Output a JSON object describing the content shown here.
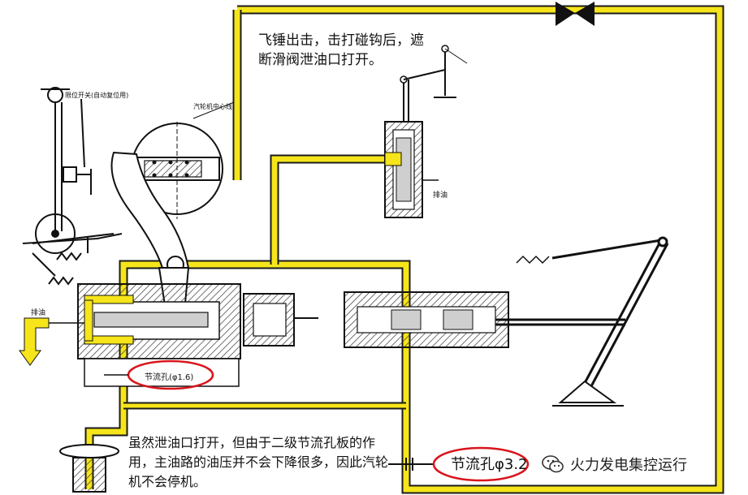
{
  "annotations": {
    "top_note": "飞锤出击，击打碰钩后，遮断滑阀泄油口打开。",
    "bottom_note": "虽然泄油口打开，但由于二级节流孔板的作用，主油路的油压并不会下降很多，因此汽轮机不会停机。",
    "orifice_label": "节流孔φ3.2"
  },
  "drawing_labels": {
    "limit_switch": "限位开关(自动复位用)",
    "turbine_centerline": "汽轮机中心线",
    "drain_left": "排油",
    "drain_right": "排油",
    "orifice_small": "节流孔(φ1.6)"
  },
  "watermark": {
    "text": "火力发电集控运行",
    "icon": "wechat-icon"
  },
  "colors": {
    "oil_line": "#f5e51a",
    "oil_line_edge": "#1a1a1a",
    "highlight_circle": "#d9141c",
    "valve": "#111111"
  }
}
